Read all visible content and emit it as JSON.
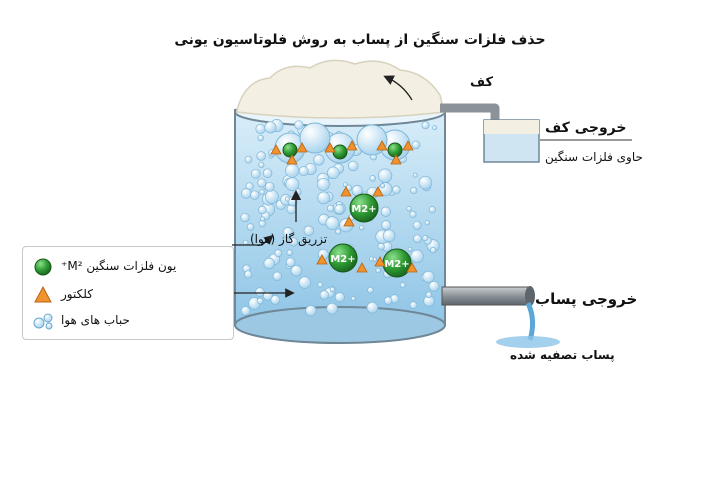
{
  "title": "حذف فلزات سنگین از پساب به روش فلوتاسیون یونی",
  "labels": {
    "foam": "کف",
    "foam_outlet": "خروجی کف",
    "foam_outlet_sub": "حاوی فلزات سنگین",
    "gas_injection": "تزریق گاز (هوا)",
    "effluent_outlet": "خروجی پساب",
    "treated_effluent": "پساب تصفیه شده"
  },
  "ion_symbol": "M",
  "ion_charge": "2+",
  "legend": [
    {
      "icon": "green-ion-icon",
      "text": "یون فلزات سنگین M²⁺"
    },
    {
      "icon": "orange-triangle-icon",
      "text": "کلکتور"
    },
    {
      "icon": "air-bubbles-icon",
      "text": "حباب های هوا"
    }
  ],
  "colors": {
    "ion": "#2e9a33",
    "collector": "#f0922e",
    "water": "#9fd0ee",
    "foam": "#f3efe2",
    "pipe": "#8c9398"
  }
}
